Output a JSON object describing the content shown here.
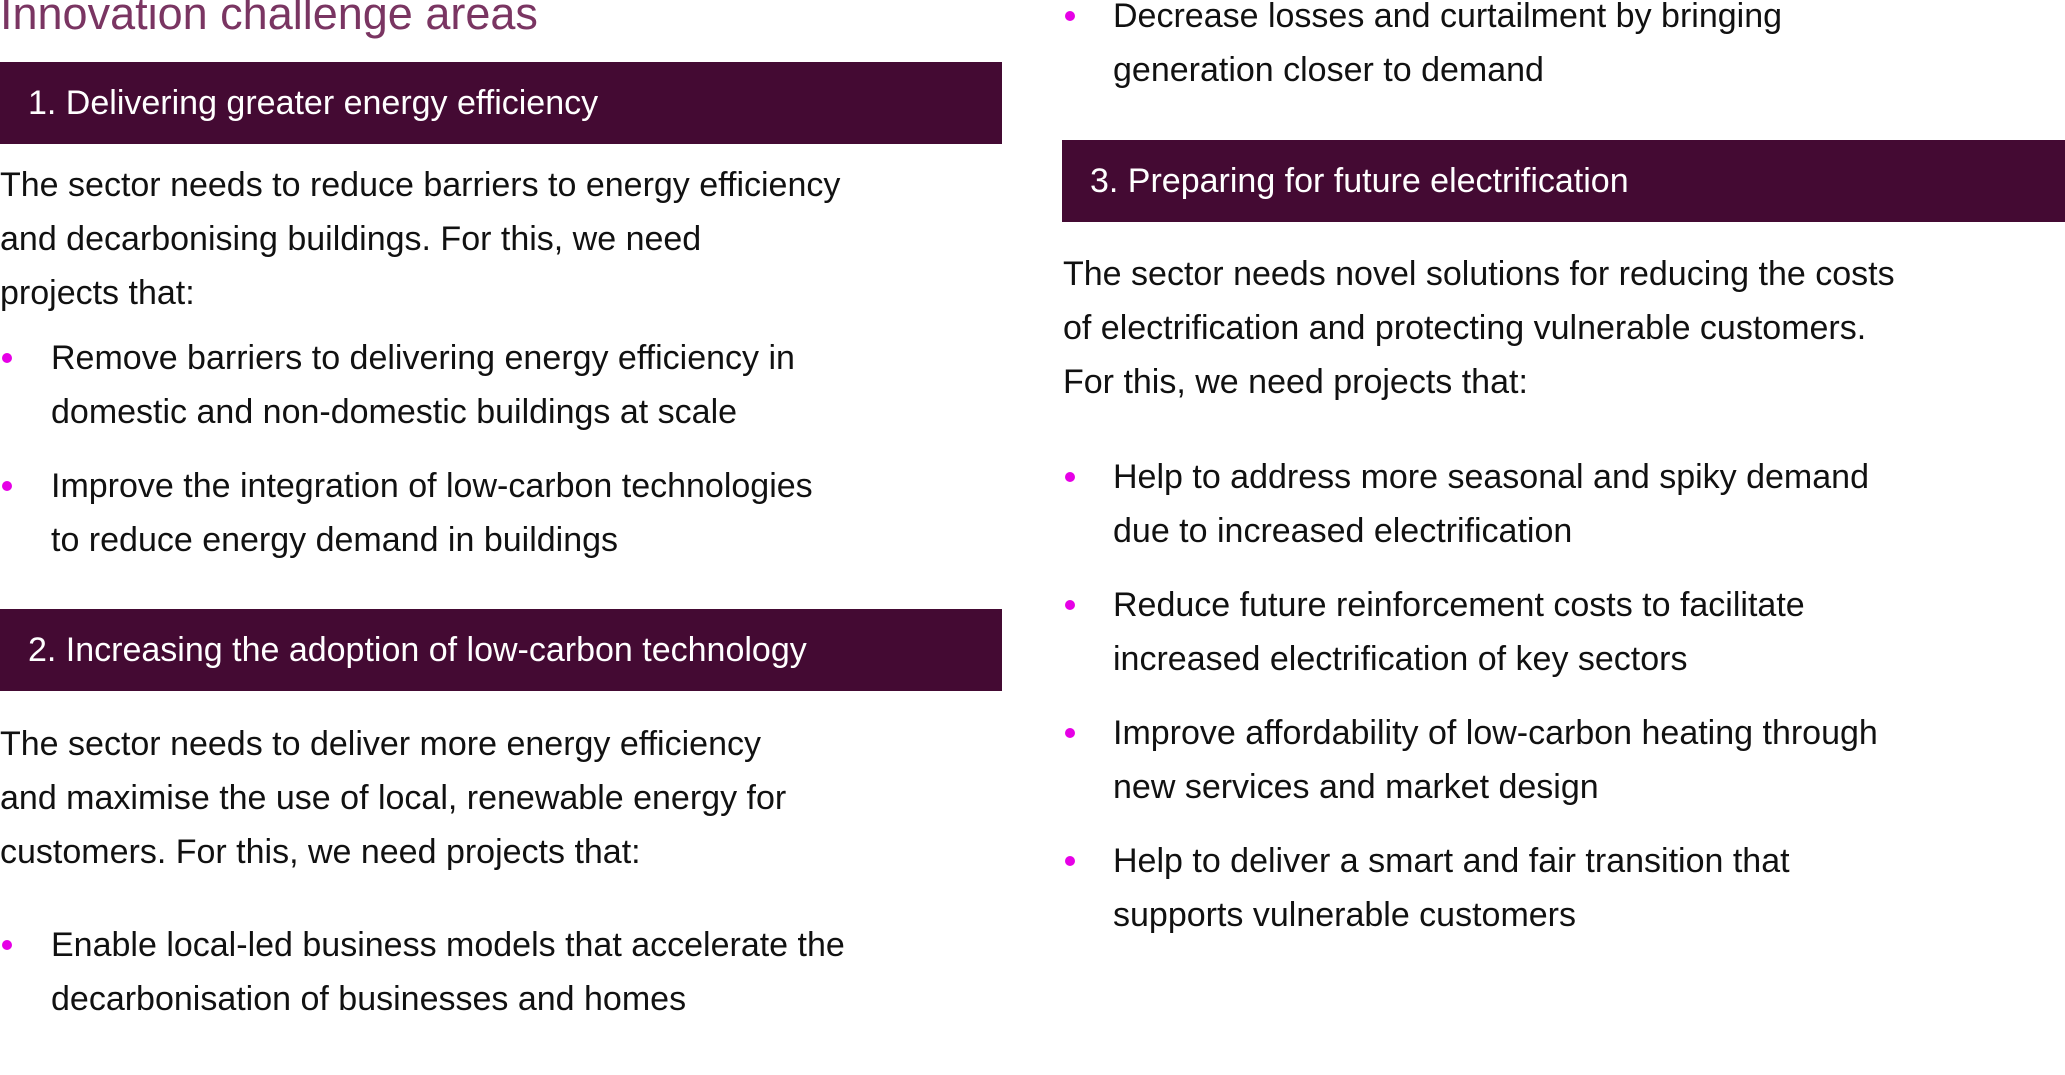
{
  "page": {
    "title": "Innovation challenge areas"
  },
  "colors": {
    "title": "#7a3562",
    "header_bg": "#440a33",
    "header_text": "#ffffff",
    "bullet": "#e600e6",
    "body_text": "#111111"
  },
  "left_column": {
    "sections": [
      {
        "header": "1. Delivering greater energy efficiency",
        "intro_lines": [
          "The sector needs to reduce barriers to energy efficiency",
          "and decarbonising buildings. For this, we need",
          "projects that:"
        ],
        "bullets": [
          {
            "lines": [
              "Remove barriers to delivering energy efficiency in",
              "domestic and non-domestic buildings at scale"
            ]
          },
          {
            "lines": [
              "Improve the integration of low-carbon technologies",
              "to reduce energy demand in buildings"
            ]
          }
        ]
      },
      {
        "header": "2. Increasing the adoption of low-carbon technology",
        "intro_lines": [
          "The sector needs to deliver more energy efficiency",
          "and maximise the use of local, renewable energy for",
          "customers. For this, we need projects that:"
        ],
        "bullets": [
          {
            "lines": [
              "Enable local-led business models that accelerate the",
              "decarbonisation of businesses and homes"
            ]
          }
        ]
      }
    ]
  },
  "right_column": {
    "continued_bullets": [
      {
        "lines": [
          "Decrease losses and curtailment by bringing",
          "generation closer to demand"
        ]
      }
    ],
    "sections": [
      {
        "header": "3. Preparing for future electrification",
        "intro_lines": [
          "The sector needs novel solutions for reducing the costs",
          "of electrification and protecting vulnerable customers.",
          "For this, we need projects that:"
        ],
        "bullets": [
          {
            "lines": [
              "Help to address more seasonal and spiky demand",
              "due to increased electrification"
            ]
          },
          {
            "lines": [
              "Reduce future reinforcement costs to facilitate",
              "increased electrification of key sectors"
            ]
          },
          {
            "lines": [
              "Improve affordability of low-carbon heating through",
              "new services and market design"
            ]
          },
          {
            "lines": [
              "Help to deliver a smart and fair transition that",
              "supports vulnerable customers"
            ]
          }
        ]
      }
    ]
  }
}
